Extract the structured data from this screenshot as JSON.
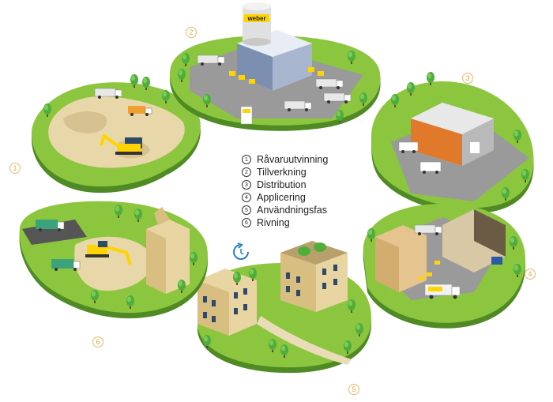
{
  "legend": [
    {
      "num": "1",
      "label": "Råvaruutvinning"
    },
    {
      "num": "2",
      "label": "Tillverkning"
    },
    {
      "num": "3",
      "label": "Distribution"
    },
    {
      "num": "4",
      "label": "Applicering"
    },
    {
      "num": "5",
      "label": "Användningsfas"
    },
    {
      "num": "6",
      "label": "Rivning"
    }
  ],
  "stage_numbers": [
    "1",
    "2",
    "3",
    "4",
    "5",
    "6"
  ],
  "brand": "weber",
  "cycle_icon": "refresh-cycle-icon",
  "colors": {
    "grass": "#8cc63f",
    "grass_dark": "#6aa52d",
    "island_side": "#4f8a25",
    "accent_number": "#e0a64e",
    "brand_yellow": "#ffd400",
    "cycle_blue": "#2a7fc1"
  }
}
